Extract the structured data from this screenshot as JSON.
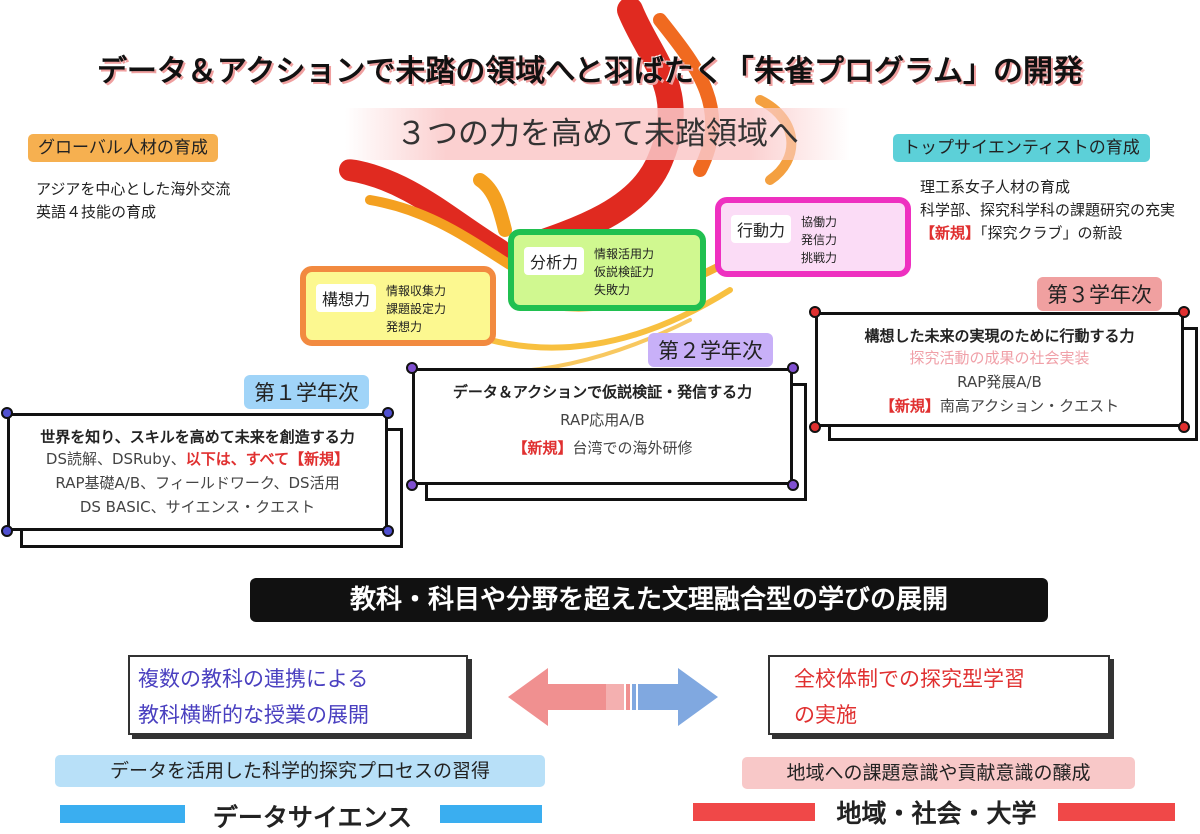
{
  "title": "データ＆アクションで未踏の領域へと羽ばたく「朱雀プログラム」の開発",
  "subtitle": "３つの力を高めて未踏領域へ",
  "global": {
    "tag": "グローバル人材の育成",
    "lines": [
      "アジアを中心とした海外交流",
      "英語４技能の育成"
    ]
  },
  "scientist": {
    "tag": "トップサイエンティストの育成",
    "lines": [
      "理工系女子人材の育成",
      "科学部、探究科学科の課題研究の充実"
    ],
    "new_label": "【新規】",
    "new_text": "「探究クラブ」の新設"
  },
  "powers": [
    {
      "label": "構想力",
      "items": [
        "情報収集力",
        "課題設定力",
        "発想力"
      ]
    },
    {
      "label": "分析力",
      "items": [
        "情報活用力",
        "仮説検証力",
        "失敗力"
      ]
    },
    {
      "label": "行動力",
      "items": [
        "協働力",
        "発信力",
        "挑戦力"
      ]
    }
  ],
  "years": [
    {
      "tag": "第１学年次",
      "heading": "世界を知り、スキルを高めて未来を創造する力",
      "line1a": "DS読解、DSRuby、",
      "line1b": "以下は、すべて【新規】",
      "line2": "RAP基礎A/B、フィールドワーク、DS活用",
      "line3": "DS BASIC、サイエンス・クエスト"
    },
    {
      "tag": "第２学年次",
      "heading": "データ＆アクションで仮説検証・発信する力",
      "line1": "RAP応用A/B",
      "new_label": "【新規】",
      "line2": "台湾での海外研修"
    },
    {
      "tag": "第３学年次",
      "heading": "構想した未来の実現のために行動する力",
      "line0": "探究活動の成果の社会実装",
      "line1": "RAP発展A/B",
      "new_label": "【新規】",
      "line2": "南高アクション・クエスト"
    }
  ],
  "banner": "教科・科目や分野を超えた文理融合型の学びの展開",
  "left_box": [
    "複数の教科の連携による",
    "教科横断的な授業の展開"
  ],
  "right_box": [
    "全校体制での探究型学習",
    "の実施"
  ],
  "left_tag": "データを活用した科学的探究プロセスの習得",
  "right_tag": "地域への課題意識や貢献意識の醸成",
  "left_footer": "データサイエンス",
  "right_footer": "地域・社会・大学",
  "colors": {
    "blue": "#3aaef0",
    "red": "#f04848",
    "accent_red": "#e03030"
  }
}
